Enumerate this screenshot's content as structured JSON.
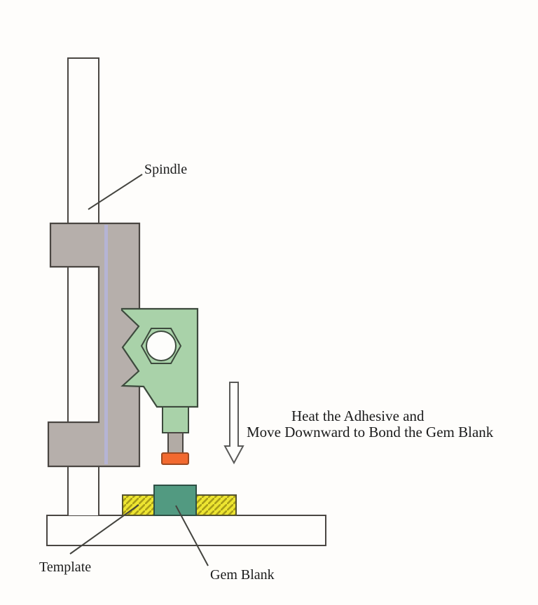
{
  "figure": {
    "type": "technical-diagram",
    "subject": "faceting machine dop spindle bonding a gem blank",
    "labels": {
      "spindle": "Spindle",
      "template": "Template",
      "gem_blank": "Gem Blank"
    },
    "annotation": {
      "line1": "Heat the Adhesive and",
      "line2": "Move Downward to Bond the Gem Blank"
    },
    "colors": {
      "background": "#fefdfb",
      "outline": "#4a4642",
      "bracket_gray": "#b6afab",
      "stripe_lavender": "#b5b5da",
      "clamp_green": "#a9d2a9",
      "green_outline": "#3d4a3d",
      "nut_bore_white": "#fdfdfb",
      "stem_gray": "#b2aba5",
      "adhesive_orange": "#f2692f",
      "template_yellow": "#ede531",
      "template_hatch": "#a89d18",
      "gem_teal": "#529a81",
      "gem_outline": "#2e4f44",
      "arrow_fill": "#fefefc",
      "arrow_outline": "#5a5a58",
      "label_text": "#1b1b1b"
    }
  }
}
